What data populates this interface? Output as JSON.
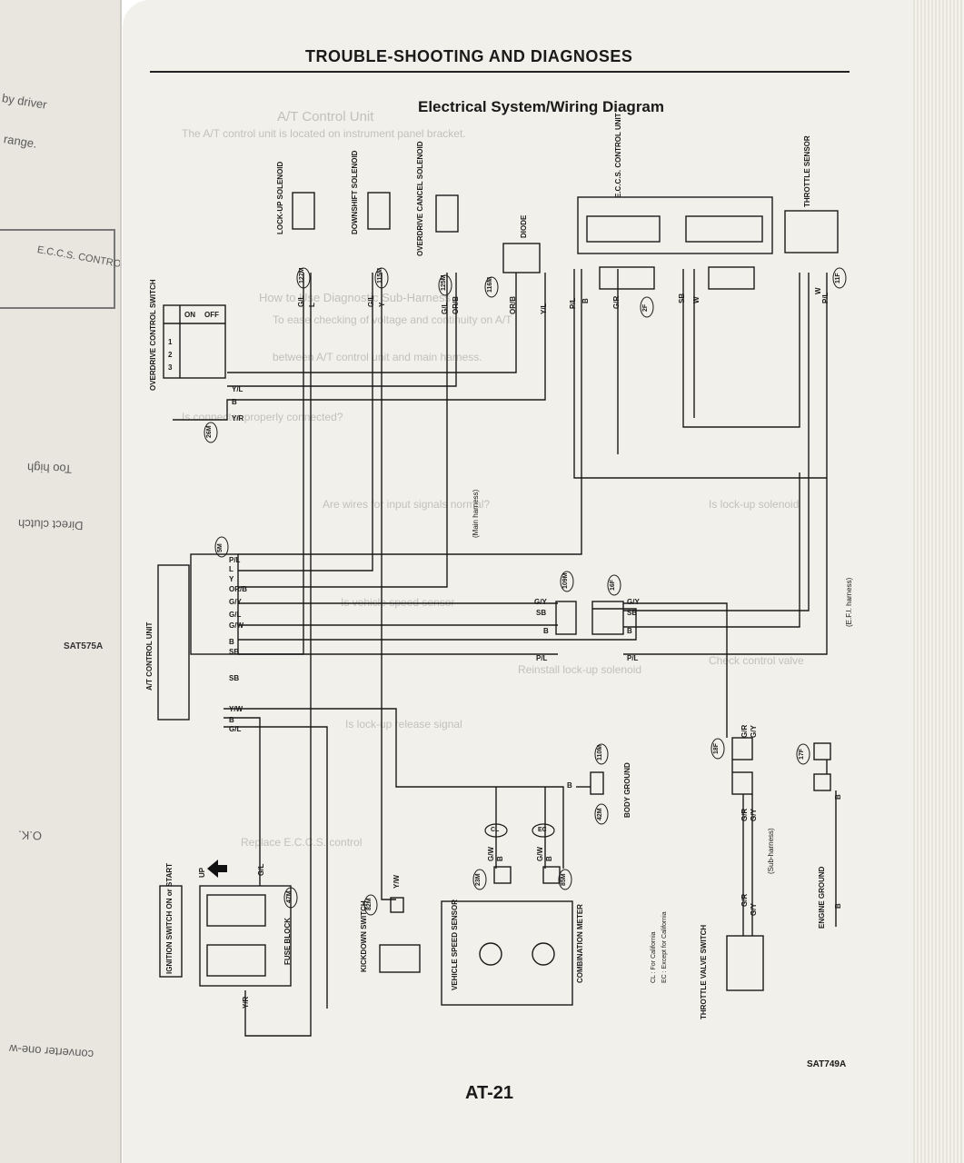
{
  "header": {
    "title": "TROUBLE-SHOOTING AND DIAGNOSES"
  },
  "diagram": {
    "title": "Electrical System/Wiring Diagram"
  },
  "components": {
    "lockup_solenoid": "LOCK-UP SOLENOID",
    "downshift_solenoid": "DOWNSHIFT SOLENOID",
    "overdrive_cancel_solenoid": "OVERDRIVE CANCEL SOLENOID",
    "diode": "DIODE",
    "eccs_control_unit": "E.C.C.S. CONTROL UNIT",
    "throttle_sensor": "THROTTLE SENSOR",
    "overdrive_control_switch": "OVERDRIVE CONTROL SWITCH",
    "at_control_unit": "A/T CONTROL UNIT",
    "fuse_block": "FUSE BLOCK",
    "ignition_switch": "IGNITION SWITCH ON or START",
    "kickdown_switch": "KICKDOWN SWITCH",
    "vehicle_speed_sensor": "VEHICLE SPEED SENSOR",
    "combination_meter": "COMBINATION METER",
    "throttle_valve_switch": "THROTTLE VALVE SWITCH",
    "engine_ground": "ENGINE GROUND",
    "body_ground": "BODY GROUND",
    "up": "UP"
  },
  "connectors": [
    "127M",
    "115M",
    "125M",
    "116M",
    "2F",
    "11F",
    "26M",
    "5M",
    "109M",
    "16F",
    "110M",
    "42M",
    "23M",
    "85M",
    "18F",
    "17F",
    "82M",
    "47M"
  ],
  "harness": {
    "main": "(Main harness)",
    "efi": "(E.F.I. harness)",
    "sub": "(Sub-harness)"
  },
  "wire_codes": {
    "gl": "G/L",
    "l": "L",
    "y": "Y",
    "orb": "OR/B",
    "yl": "Y/L",
    "b": "B",
    "yr": "Y/R",
    "pl": "P/L",
    "gy": "G/Y",
    "gw": "G/W",
    "sb": "SB",
    "w": "W",
    "gr": "G/R",
    "yw": "Y/W"
  },
  "legend": {
    "cl": "CL : For California",
    "ec": "EC : Except for California"
  },
  "circle_labels": {
    "cl": "CL",
    "ec": "EC"
  },
  "switch_table": {
    "on": "ON",
    "off": "OFF",
    "rows": [
      "1",
      "2",
      "3"
    ]
  },
  "figure_code": "SAT749A",
  "page_number": "AT-21",
  "left_page": {
    "code": "SAT575A"
  }
}
